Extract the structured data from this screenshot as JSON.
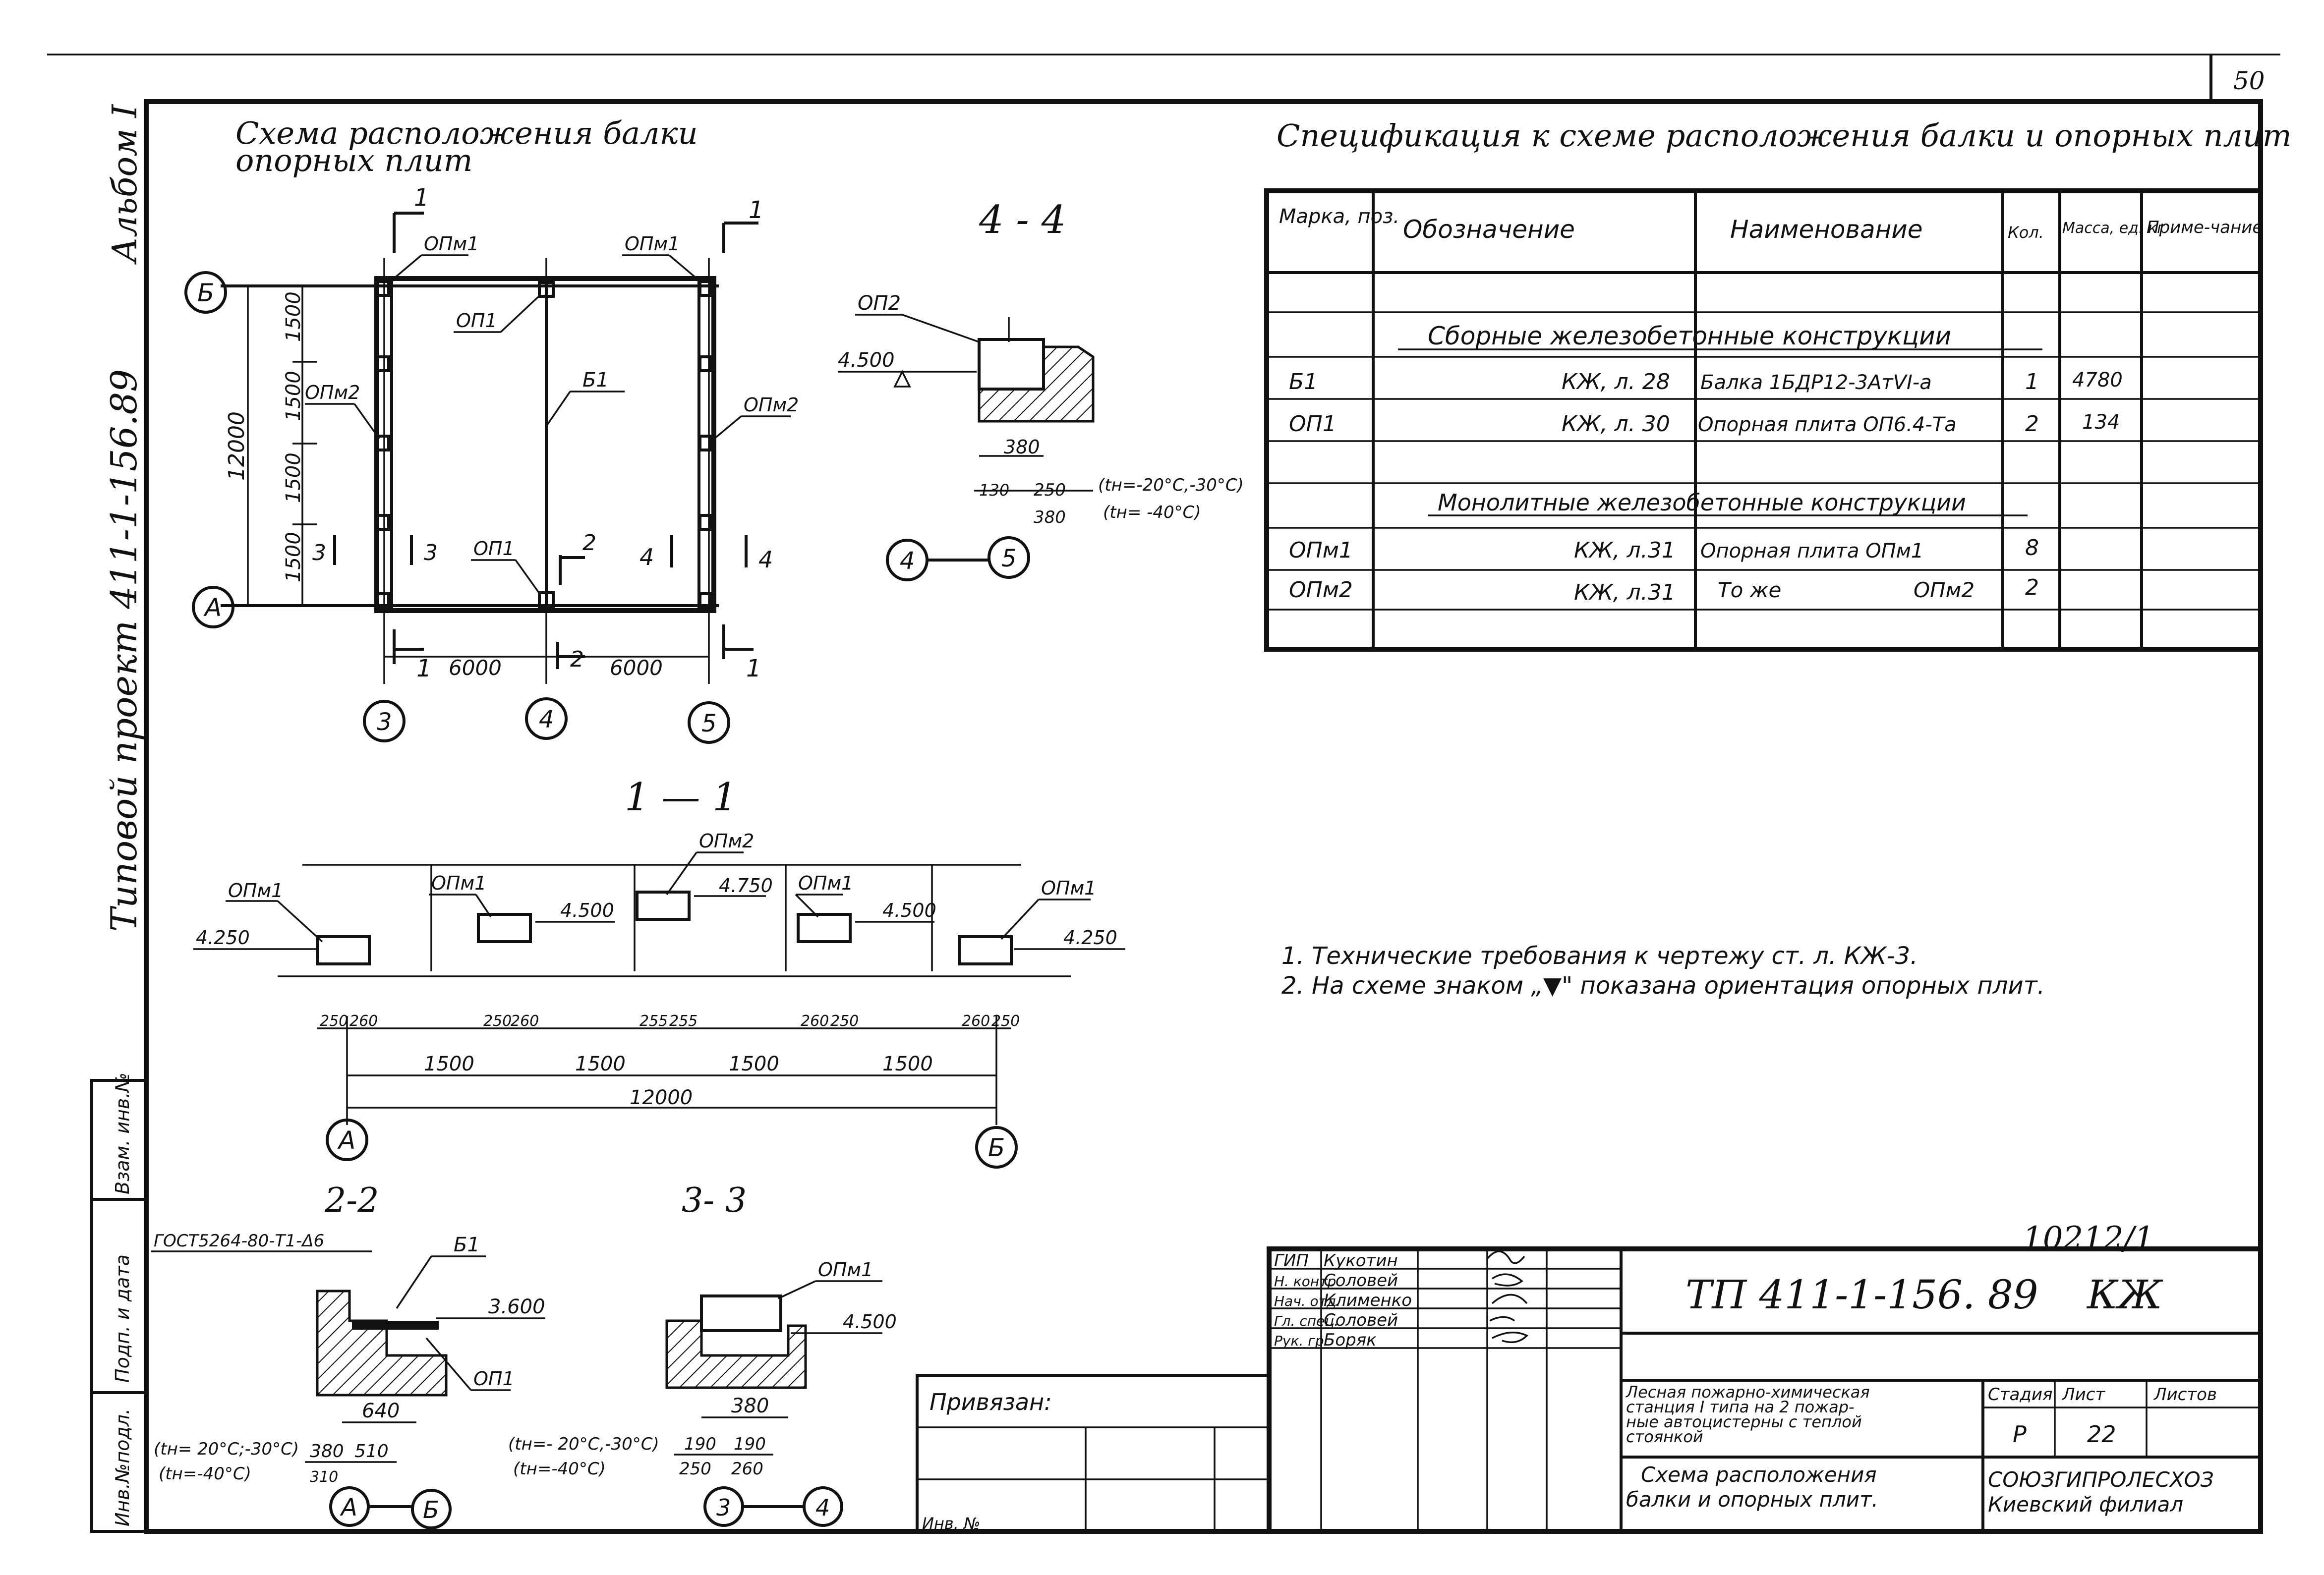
{
  "sheet": {
    "page_number": "50",
    "side_album": "Альбом I",
    "side_project": "Типовой проект 411-1-156.89",
    "side_stamp": [
      "Инв.№подл.",
      "Подп. и дата",
      "Взам. инв.№"
    ]
  },
  "plan": {
    "title_line1": "Схема расположения балки",
    "title_line2": "опорных плит",
    "axes_rows": [
      "Б",
      "А"
    ],
    "axes_cols": [
      "3",
      "4",
      "5"
    ],
    "dims_vertical": [
      "1500",
      "1500",
      "1500",
      "1500"
    ],
    "dim_total": "12000",
    "dims_horizontal": [
      "6000",
      "6000"
    ],
    "labels": {
      "opm1_left": "ОПм1",
      "opm1_right": "ОПм1",
      "op1_top": "ОП1",
      "op1_bottom": "ОП1",
      "b1": "Б1",
      "opm2_left": "ОПм2",
      "opm2_right": "ОПм2"
    },
    "cuts": {
      "c1a": "1",
      "c1b": "1",
      "c1c": "1",
      "c1d": "1",
      "c2a": "2",
      "c2b": "2",
      "c3a": "3",
      "c3b": "3",
      "c4a": "4",
      "c4b": "4"
    }
  },
  "section44": {
    "title": "4 - 4",
    "label": "ОП2",
    "level": "4.500",
    "dim_width": "380",
    "dim_a": "130",
    "dim_b": "250",
    "dim_c": "380",
    "temp1": "(tн=-20°C,-30°C)",
    "temp2": "(tн= -40°C)",
    "axis_from": "4",
    "axis_to": "5"
  },
  "section11": {
    "title": "1 — 1",
    "labels": {
      "opm1_a": "ОПм1",
      "opm1_b": "ОПм1",
      "opm2": "ОПм2",
      "opm1_c": "ОПм1",
      "opm1_d": "ОПм1"
    },
    "levels": {
      "l1": "4.250",
      "l2": "4.500",
      "l3": "4.750",
      "l4": "4.500",
      "l5": "4.250"
    },
    "small_dims": {
      "d1": "250",
      "d2": "260",
      "d3": "250",
      "d4": "260",
      "d5": "255",
      "d6": "255",
      "d7": "260",
      "d8": "250",
      "d9": "260",
      "d10": "250"
    },
    "spans": [
      "1500",
      "1500",
      "1500",
      "1500"
    ],
    "total": "12000",
    "axis_a": "А",
    "axis_b": "Б"
  },
  "section22": {
    "title": "2-2",
    "gost": "ГОСТ5264-80-Т1-Δ6",
    "b1": "Б1",
    "level": "3.600",
    "op1": "ОП1",
    "dim640": "640",
    "dim380": "380",
    "dim510": "510",
    "dim310": "310",
    "temp1": "(tн= 20°C;-30°C)",
    "temp2": "(tн=-40°C)",
    "axis_from": "А",
    "axis_to": "Б"
  },
  "section33": {
    "title": "3- 3",
    "label": "ОПм1",
    "level": "4.500",
    "dim380": "380",
    "d190a": "190",
    "d190b": "190",
    "d250": "250",
    "d260": "260",
    "temp1": "(tн=- 20°C,-30°C)",
    "temp2": "(tн=-40°C)",
    "axis_from": "3",
    "axis_to": "4"
  },
  "spec": {
    "title": "Спецификация к схеме расположения балки и опорных плит",
    "headers": {
      "mark": "Марка, поз.",
      "designation": "Обозначение",
      "name": "Наименование",
      "qty": "Кол.",
      "mass": "Масса, ед. кг",
      "note": "Приме-чание"
    },
    "group1": "Сборные железобетонные конструкции",
    "group2": "Монолитные железобетонные конструкции",
    "rows": [
      {
        "mark": "Б1",
        "designation": "КЖ, л. 28",
        "name": "Балка 1БДР12-3АтVI-а",
        "qty": "1",
        "mass": "4780",
        "note": ""
      },
      {
        "mark": "ОП1",
        "designation": "КЖ, л. 30",
        "name": "Опорная плита ОП6.4-Та",
        "qty": "2",
        "mass": "134",
        "note": ""
      },
      {
        "mark": "ОПм1",
        "designation": "КЖ, л.31",
        "name": "Опорная плита ОПм1",
        "qty": "8",
        "mass": "",
        "note": ""
      },
      {
        "mark": "ОПм2",
        "designation": "КЖ, л.31",
        "name": "То же",
        "name2": "ОПм2",
        "qty": "2",
        "mass": "",
        "note": ""
      }
    ]
  },
  "notes": [
    "1. Технические требования к чертежу ст. л. КЖ-3.",
    "2. На схеме знаком „▼\" показана ориентация опорных плит."
  ],
  "stamp": {
    "archive_no": "10212/1",
    "code": "ТП 411-1-156. 89",
    "mark": "КЖ",
    "roles": [
      "ГИП",
      "Н. контр",
      "Нач. отд.",
      "Гл. спец.",
      "Рук. гр."
    ],
    "names": [
      "Кукотин",
      "Соловей",
      "Клименко",
      "Соловей",
      "Боряк"
    ],
    "object_title": [
      "Лесная пожарно-химическая",
      "станция I типа на 2 пожар-",
      "ные автоцистерны с теплой",
      "стоянкой"
    ],
    "sheet_title": [
      "Схема расположения",
      "балки и опорных плит."
    ],
    "stage_label": "Стадия",
    "sheet_label": "Лист",
    "sheets_label": "Листов",
    "stage": "Р",
    "sheet": "22",
    "org": [
      "СОЮЗГИПРОЛЕСХОЗ",
      "Киевский филиал"
    ],
    "bound": "Привязан:",
    "inv": "Инв. №"
  }
}
